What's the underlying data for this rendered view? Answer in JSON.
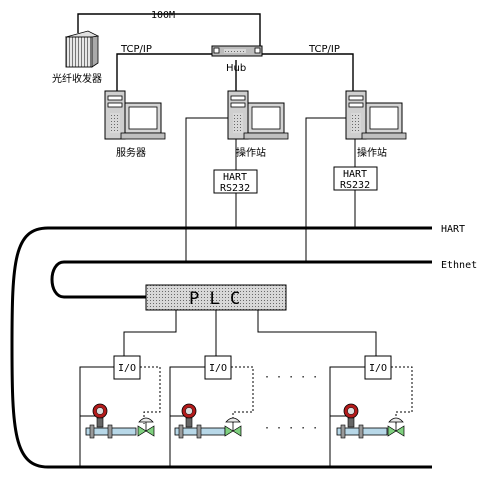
{
  "top_link": "100M",
  "tcpip_left": "TCP/IP",
  "tcpip_right": "TCP/IP",
  "hub": "Hub",
  "fiber_transceiver": "光纤收发器",
  "server": "服务器",
  "station1": "操作站",
  "station2": "操作站",
  "hart_box1": {
    "line1": "HART",
    "line2": "RS232"
  },
  "hart_box2": {
    "line1": "HART",
    "line2": "RS232"
  },
  "bus_hart": "HART",
  "bus_ethernet": "Ethnet",
  "plc": "P L C",
  "io1": "I/O",
  "io2": "I/O",
  "io3": "I/O",
  "ellipsis1": "· · · · ·",
  "ellipsis2": "· · · · ·"
}
